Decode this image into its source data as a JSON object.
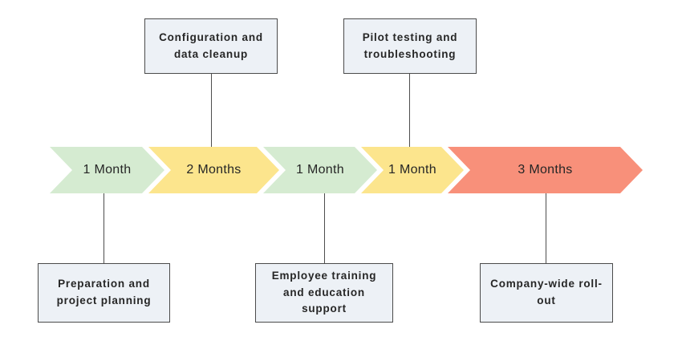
{
  "diagram": {
    "type": "timeline",
    "title": "",
    "total_phases": 5,
    "phases": [
      {
        "duration": "1 Month",
        "color_name": "green",
        "color": "#d5ebd1",
        "label": "Preparation and project planning",
        "label_position": "below"
      },
      {
        "duration": "2 Months",
        "color_name": "yellow",
        "color": "#fce58d",
        "label": "Configuration and data cleanup",
        "label_position": "above"
      },
      {
        "duration": "1 Month",
        "color_name": "green",
        "color": "#d5ebd1",
        "label": "Employee training and education support",
        "label_position": "below"
      },
      {
        "duration": "1 Month",
        "color_name": "yellow",
        "color": "#fce58d",
        "label": "Pilot testing and troubleshooting",
        "label_position": "above"
      },
      {
        "duration": "3 Months",
        "color_name": "red",
        "color": "#f8907a",
        "label": "Company-wide roll-out",
        "label_position": "below"
      }
    ]
  },
  "palette": {
    "green": "#d5ebd1",
    "yellow": "#fce58d",
    "red": "#f8907a",
    "box_background": "#edf1f6",
    "box_border": "#4b4b4b",
    "connector_line": "#4d4d4d",
    "text": "#262626",
    "page_background": "#ffffff"
  }
}
